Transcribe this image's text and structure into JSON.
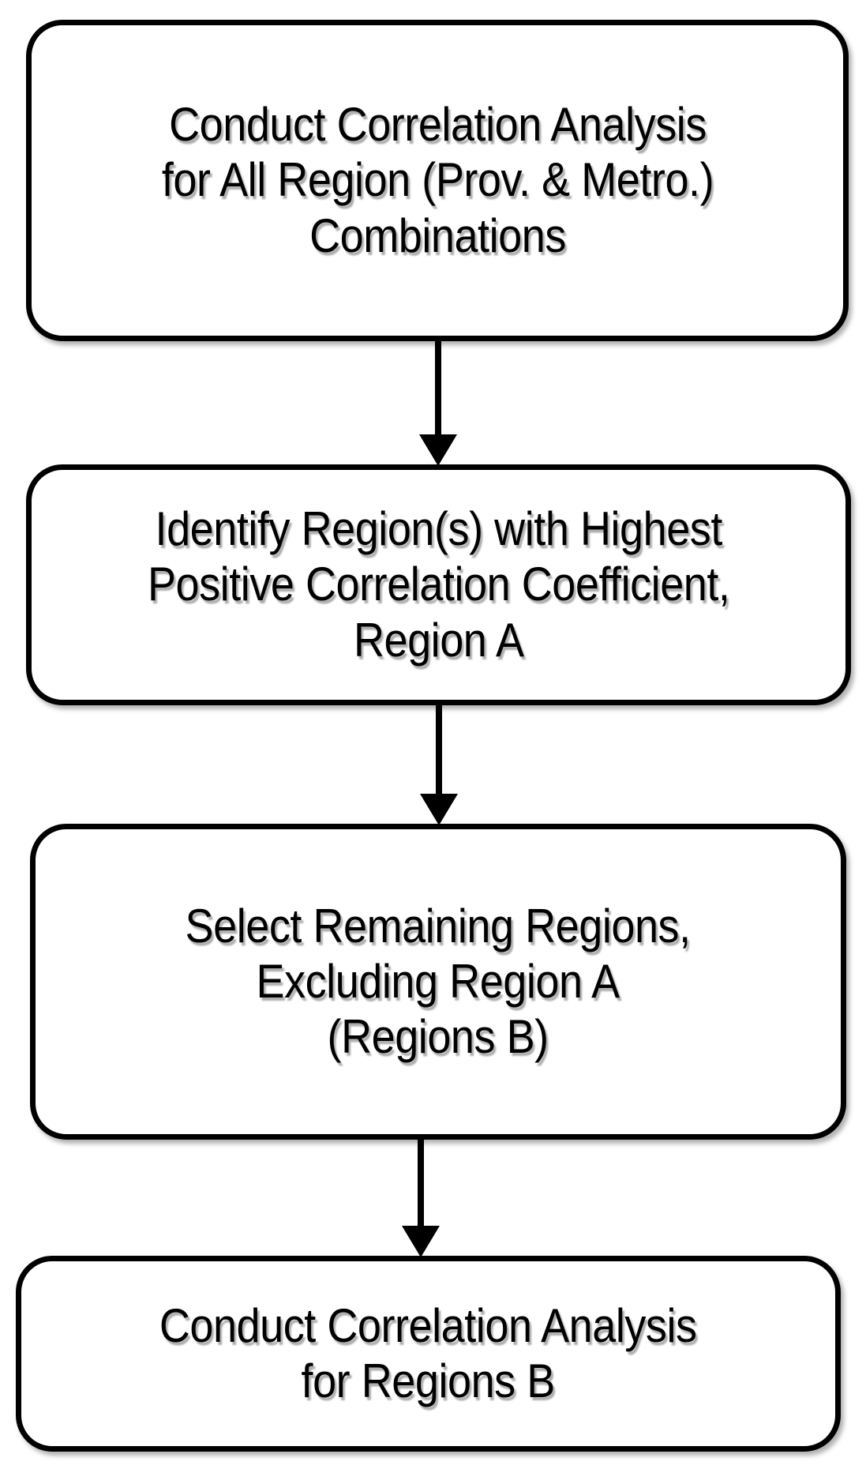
{
  "diagram": {
    "title": "Correlation Analysis Region Selection Flowchart",
    "orientation": "top-to-bottom",
    "background_color": "#ffffff",
    "node_border_color": "#000000",
    "node_fill_color": "#ffffff",
    "text_color": "#000000",
    "connector_color": "#000000",
    "nodes": [
      {
        "id": "node-1",
        "shape": "rounded-rectangle",
        "label": "Conduct Correlation Analysis\nfor All Region (Prov. & Metro.)\nCombinations"
      },
      {
        "id": "node-2",
        "shape": "rounded-rectangle",
        "label": "Identify Region(s) with Highest\nPositive Correlation Coefficient,\nRegion A"
      },
      {
        "id": "node-3",
        "shape": "rounded-rectangle",
        "label": "Select Remaining Regions,\nExcluding Region A\n(Regions B)"
      },
      {
        "id": "node-4",
        "shape": "rounded-rectangle",
        "label": "Conduct Correlation Analysis\nfor Regions B"
      }
    ],
    "connectors": [
      {
        "id": "arrow-1",
        "from": "node-1",
        "to": "node-2",
        "style": "solid-arrow-down",
        "label": ""
      },
      {
        "id": "arrow-2",
        "from": "node-2",
        "to": "node-3",
        "style": "solid-arrow-down",
        "label": ""
      },
      {
        "id": "arrow-3",
        "from": "node-3",
        "to": "node-4",
        "style": "solid-arrow-down",
        "label": ""
      }
    ]
  }
}
